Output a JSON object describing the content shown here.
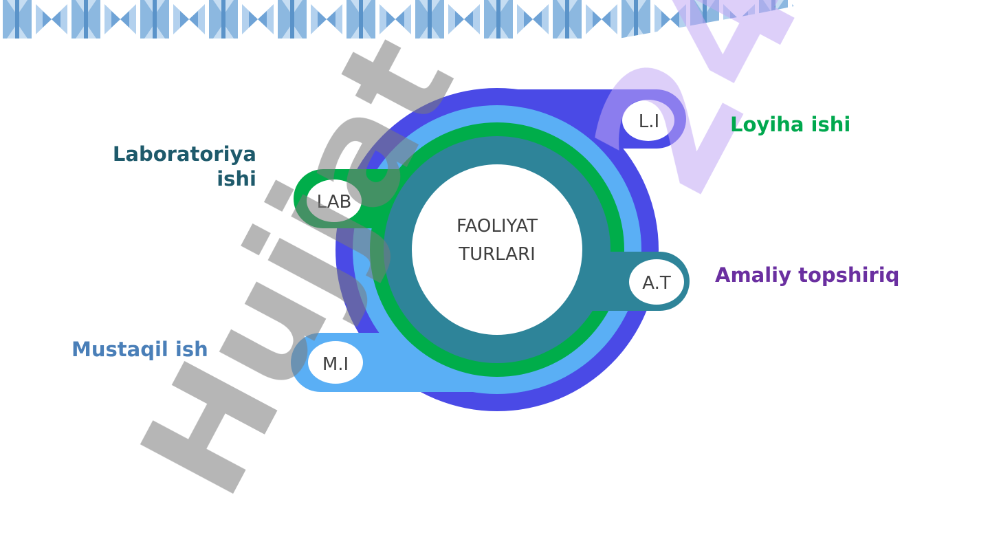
{
  "center": {
    "line1": "FAOLIYAT",
    "line2": "TURLARI"
  },
  "nodes": {
    "li": {
      "abbr": "L.I",
      "label": "Loyiha ishi"
    },
    "lab": {
      "abbr": "LAB",
      "label_line1": "Laboratoriya",
      "label_line2": "ishi"
    },
    "at": {
      "abbr": "A.T",
      "label": "Amaliy topshiriq"
    },
    "mi": {
      "abbr": "M.I",
      "label": "Mustaqil ish"
    }
  },
  "watermark": {
    "word": "Hujjat",
    "number": "24"
  },
  "colors": {
    "ring_outer": "#4a4ae6",
    "ring_light": "#5aaff5",
    "ring_green": "#00ad4a",
    "ring_teal": "#2e8499",
    "label_li": "#00a84e",
    "label_lab": "#1e5a6b",
    "label_at": "#6a2fa0",
    "label_mi": "#4a7fb8",
    "banner": "#8cb8e0"
  }
}
